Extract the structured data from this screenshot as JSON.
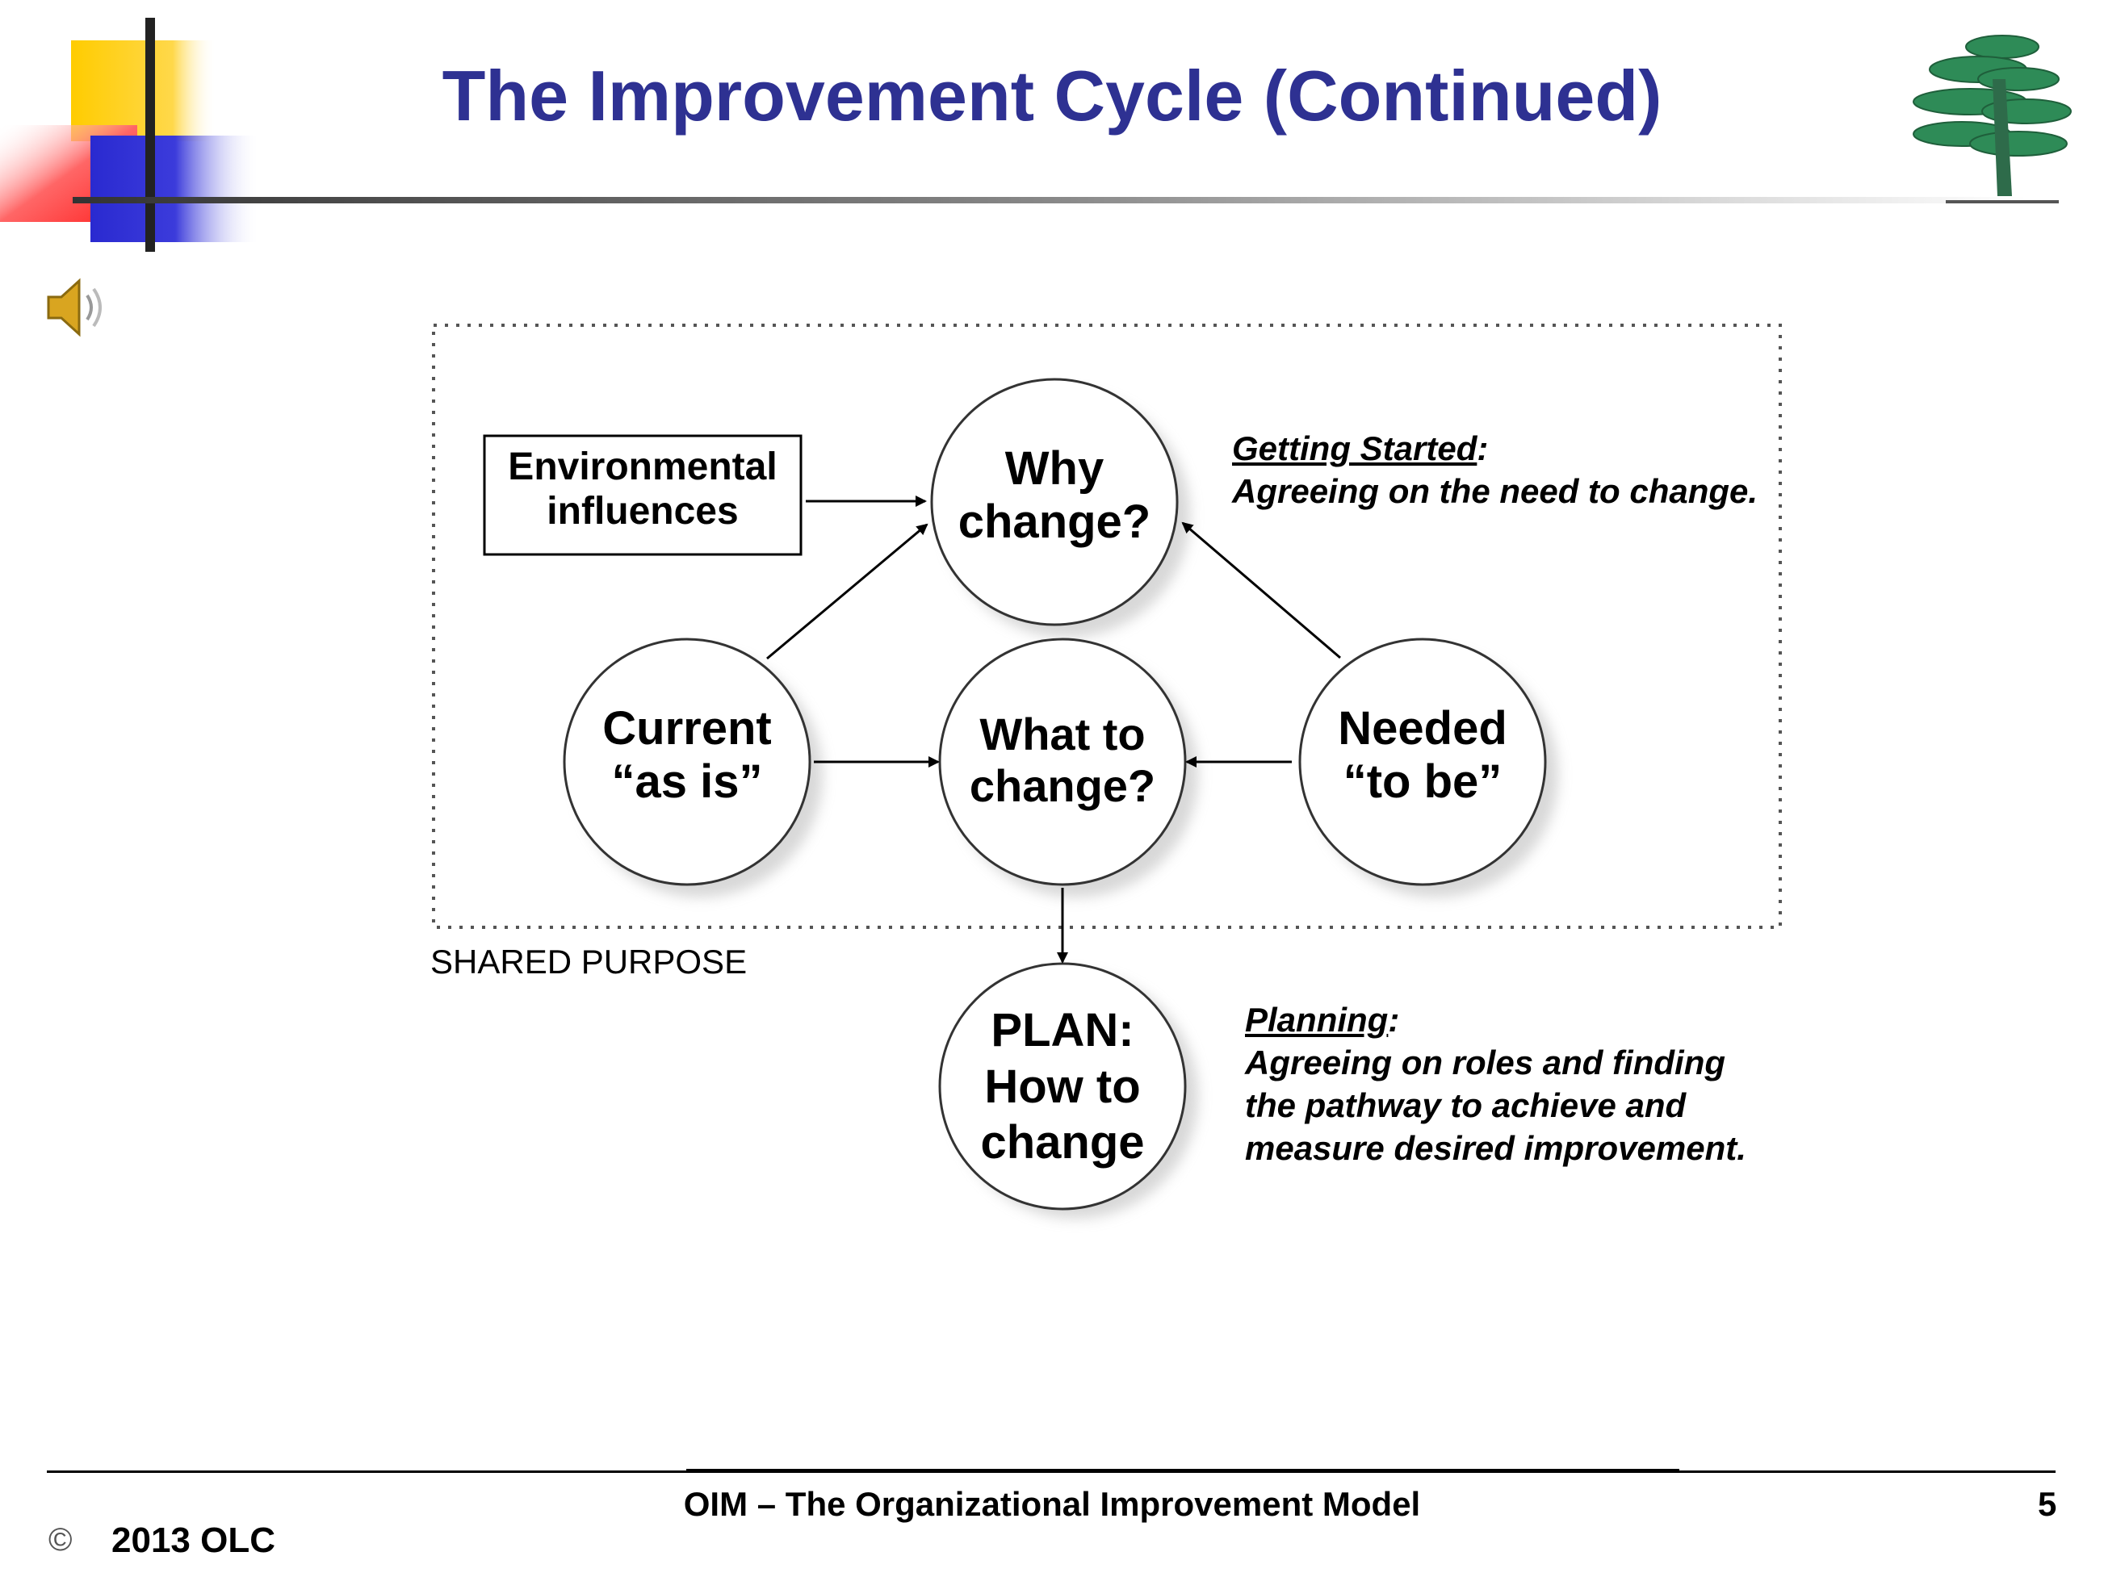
{
  "slide": {
    "title": "The Improvement Cycle (Continued)",
    "icons": [
      "speaker-icon",
      "tree-logo-icon"
    ]
  },
  "diagram": {
    "environmental_box": "Environmental\ninfluences",
    "circles": {
      "why": "Why\nchange?",
      "current": "Current\n“as is”",
      "what": "What to\nchange?",
      "needed": "Needed\n“to be”",
      "plan": "PLAN:\nHow to\nchange"
    },
    "shared_purpose": "SHARED PURPOSE",
    "getting_started": {
      "heading": "Getting Started",
      "text": "Agreeing on the need to change."
    },
    "planning": {
      "heading": "Planning",
      "text": "Agreeing on roles and finding\nthe pathway to achieve and\nmeasure desired improvement."
    }
  },
  "footer": {
    "title": "OIM – The Organizational Improvement Model",
    "page_number": "5",
    "copyright_symbol": "©",
    "copyright": "2013 OLC"
  },
  "colors": {
    "title": "#2e3192",
    "deco_yellow": "#ffcc00",
    "deco_red": "#ff3333",
    "deco_blue": "#3333cc",
    "tree_green": "#2e8b57"
  }
}
